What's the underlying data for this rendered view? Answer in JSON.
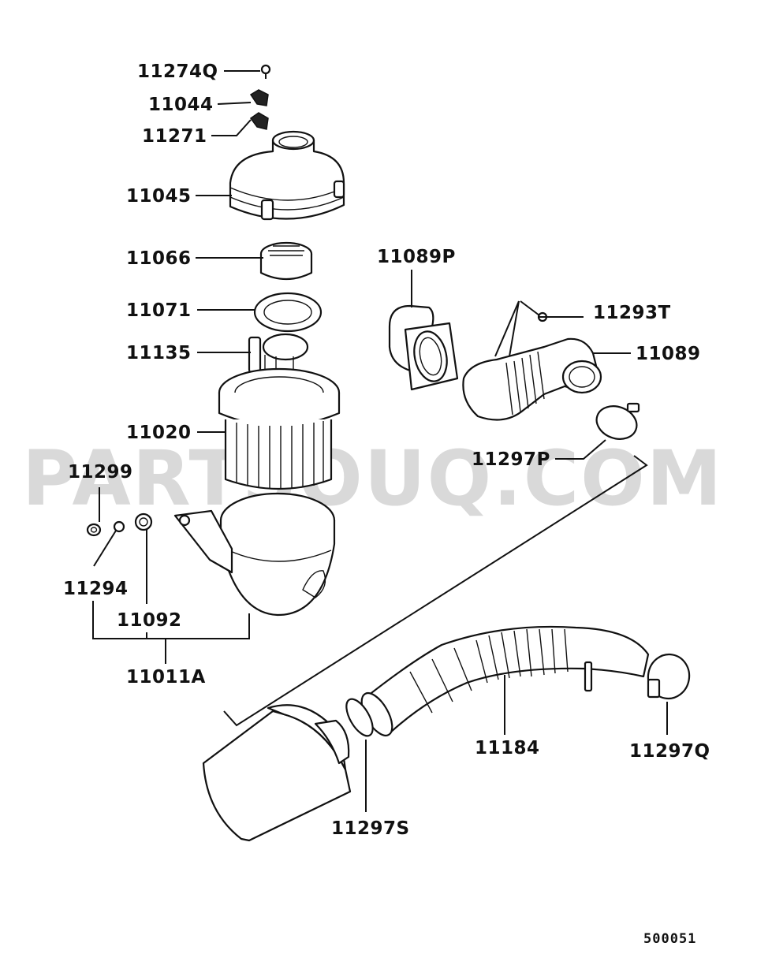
{
  "watermark": "PARTSOUQ.COM",
  "diagram_ref": "500051",
  "labels": {
    "p11274Q": "11274Q",
    "p11044": "11044",
    "p11271": "11271",
    "p11045": "11045",
    "p11066": "11066",
    "p11071": "11071",
    "p11135": "11135",
    "p11020": "11020",
    "p11299": "11299",
    "p11294": "11294",
    "p11092": "11092",
    "p11011A": "11011A",
    "p11089P": "11089P",
    "p11293T": "11293T",
    "p11089": "11089",
    "p11297P": "11297P",
    "p11184": "11184",
    "p11297Q": "11297Q",
    "p11297S": "11297S"
  }
}
